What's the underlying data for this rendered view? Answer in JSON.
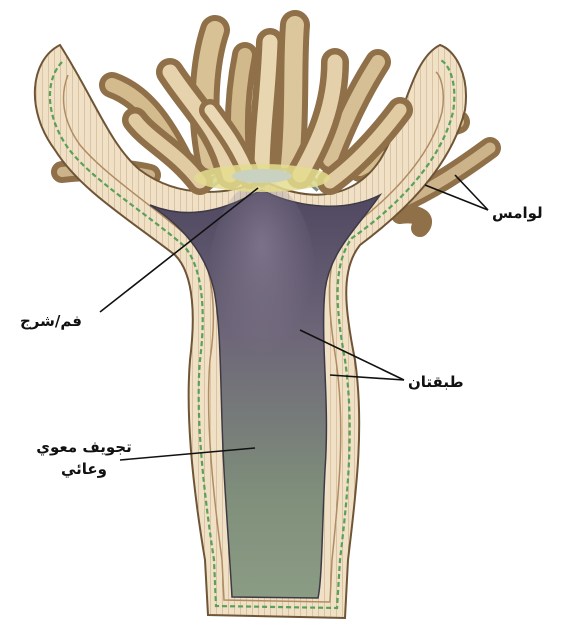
{
  "labels": {
    "tentacles": "لوامس",
    "mouth_anus": "فم/شرج",
    "two_layers": "طبقتان",
    "cavity_line1": "تجويف معوي",
    "cavity_line2": "وعائي"
  },
  "colors": {
    "background": "#ffffff",
    "tentacle": "#b99a6c",
    "tentacle_light": "#e2cfa4",
    "tentacle_base": "#e6dc8a",
    "ectoderm": "#eadcb8",
    "ectoderm_edge": "#7a5c3a",
    "mesoglea": "#5aa05a",
    "gastrodermis": "#f1dfc9",
    "cavity_dark": "#5d5468",
    "cavity_mid": "#7a7f74",
    "cavity_light": "#8f9e86",
    "leader_line": "#111111"
  }
}
